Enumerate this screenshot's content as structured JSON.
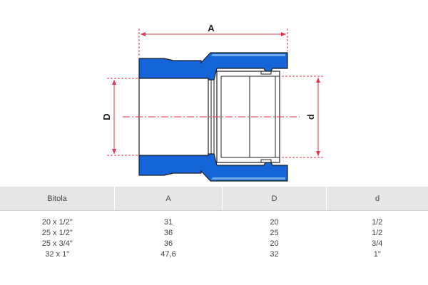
{
  "drawing": {
    "labels": {
      "length": "A",
      "outer": "D",
      "inner": "d"
    },
    "colors": {
      "body": "#1565d8",
      "dimension": "#e3344f",
      "outline": "#1e1e1e"
    }
  },
  "table": {
    "headers": [
      "Bitola",
      "A",
      "D",
      "d"
    ],
    "rows": [
      [
        "20 x 1/2\"",
        "31",
        "20",
        "1/2"
      ],
      [
        "25 x 1/2\"",
        "36",
        "25",
        "1/2"
      ],
      [
        "25 x 3/4\"",
        "36",
        "20",
        "3/4"
      ],
      [
        "32 x 1\"",
        "47,6",
        "32",
        "1\""
      ]
    ]
  }
}
